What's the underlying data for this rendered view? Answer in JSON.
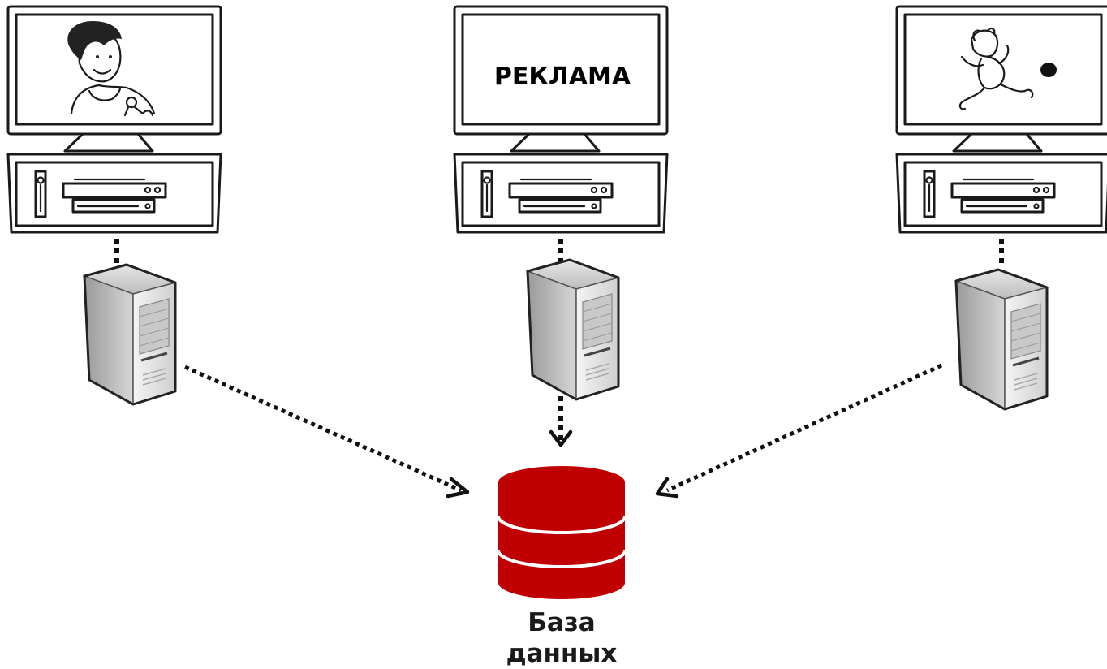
{
  "screens": [
    {
      "id": "left",
      "content": "person-with-microphone"
    },
    {
      "id": "center",
      "content": "text",
      "text": "РЕКЛАМА"
    },
    {
      "id": "right",
      "content": "runner-with-ball"
    }
  ],
  "servers": [
    "left",
    "center",
    "right"
  ],
  "database": {
    "label_line1": "База",
    "label_line2": "данных",
    "color": "#c00000"
  }
}
